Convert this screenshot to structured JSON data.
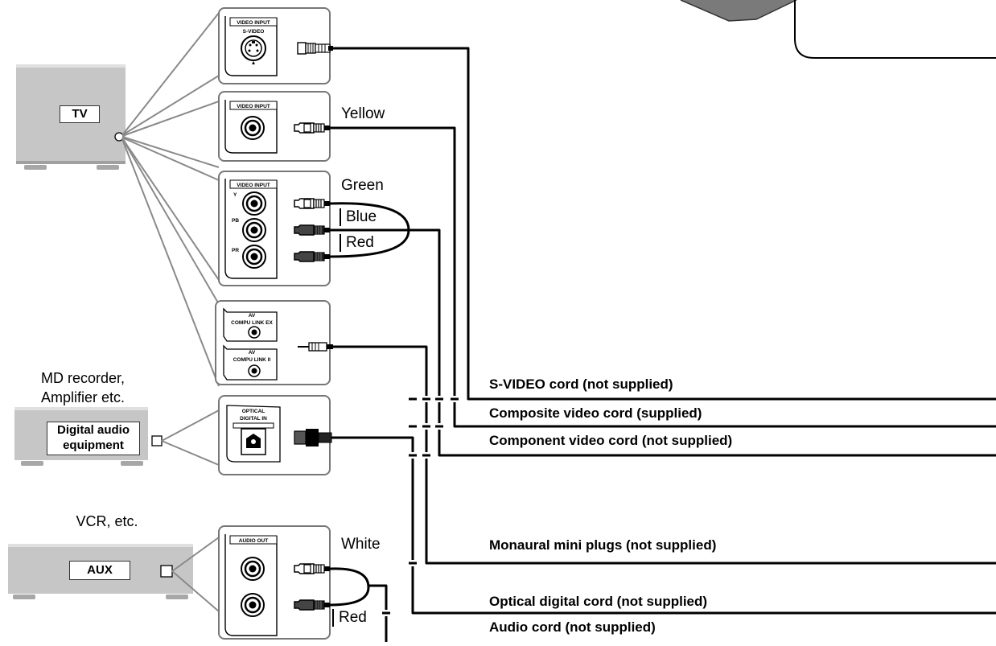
{
  "devices": {
    "tv": {
      "name": "TV"
    },
    "digital": {
      "caption_line1": "MD recorder,",
      "caption_line2": "Amplifier etc.",
      "name_line1": "Digital audio",
      "name_line2": "equipment"
    },
    "aux": {
      "caption": "VCR, etc.",
      "name": "AUX"
    }
  },
  "panels": {
    "svideo": {
      "title": "VIDEO INPUT",
      "sub": "S-VIDEO"
    },
    "composite": {
      "title": "VIDEO INPUT"
    },
    "component": {
      "title": "VIDEO INPUT",
      "jacks": [
        "Y",
        "PB",
        "PR"
      ]
    },
    "compulink": {
      "label_av": "AV",
      "label_ex": "COMPU LINK EX",
      "label_ii": "COMPU LINK II"
    },
    "optical": {
      "title_line1": "OPTICAL",
      "title_line2": "DIGITAL IN"
    },
    "audio": {
      "title": "AUDIO OUT"
    }
  },
  "plug_colors": {
    "yellow": "Yellow",
    "green": "Green",
    "blue": "Blue",
    "red": "Red",
    "white": "White",
    "red_audio": "Red"
  },
  "cords": {
    "svideo": "S-VIDEO cord (not supplied)",
    "composite": "Composite video cord (supplied)",
    "component": "Component video cord (not supplied)",
    "mono": "Monaural mini plugs (not supplied)",
    "optical": "Optical digital cord (not supplied)",
    "audio": "Audio cord (not supplied)"
  }
}
